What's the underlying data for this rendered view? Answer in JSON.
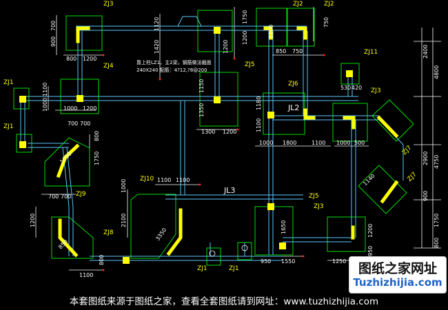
{
  "labels": {
    "zj3_top": "ZJ3",
    "zj2_a": "ZJ2",
    "zj2_b": "ZJ2",
    "zj4": "ZJ4",
    "zj1_a": "ZJ1",
    "zj1_b": "ZJ1",
    "zj5_a": "ZJ5",
    "zj6": "ZJ6",
    "zj11": "ZJ11",
    "zj3_right": "ZJ3",
    "zj7_a": "ZJ7",
    "zj7_b": "ZJ7",
    "zj9": "ZJ9",
    "zj10": "ZJ10",
    "zj5_b": "ZJ5",
    "zj3_b": "ZJ3",
    "zj8": "ZJ8",
    "zj1_c": "ZJ1",
    "zj1_d": "ZJ1",
    "jl2": "JL2",
    "jl3": "JL3"
  },
  "note": {
    "line1": "靠上柱LZ1，主2梁，钢筋做法截面",
    "line2": "240X240 配筋：4?12,?8@200"
  },
  "dims": {
    "d800a": "800",
    "d1200a": "1200",
    "d700a": "700",
    "d1000a": "1000",
    "d900a": "900",
    "d1120": "1120",
    "d1420": "1420",
    "d1200b": "1200",
    "d1750": "1750",
    "d1200c": "1200",
    "d750": "750",
    "d850": "850",
    "d750b": "750",
    "d1200d": "1200",
    "d1100a": "1100",
    "d1000b": "1000",
    "d1200e": "1200",
    "d1150": "1150",
    "d1350": "1350",
    "d1300": "1300",
    "d1200f": "1200",
    "d1180": "1180",
    "d1100b": "1100",
    "d1000c": "1000",
    "d1800": "1800",
    "d1100c": "1100",
    "d1000d": "1000",
    "d500": "500",
    "d530": "530",
    "d420": "420",
    "d2400": "2400",
    "d4800": "4800",
    "d2900": "2900",
    "d4750": "4750",
    "d900b": "900",
    "d1750b": "1750",
    "d800b": "800",
    "d1140": "1140",
    "d700b": "700",
    "d700c": "700",
    "d1750c": "1750",
    "d800c": "800",
    "d700d": "700",
    "d700e": "700",
    "d1100d": "1100",
    "d1100e": "1100",
    "d2100": "2100",
    "d1000e": "1000",
    "d3350": "3350",
    "d1650": "1650",
    "d950": "950",
    "d1550": "1550",
    "d1250": "1250",
    "d500b": "500",
    "d1200g": "1200",
    "d1100f": "1100",
    "d850b": "850",
    "d1000f": "1000",
    "d800d": "800",
    "d1200h": "1200",
    "d950b": "950"
  },
  "watermark": {
    "title": "图纸之家网址",
    "url": "Tuzhizhijia.com"
  },
  "footer": "本套图纸来源于图纸之家，查看全套图纸请到网址：www.tuzhizhijia.com"
}
